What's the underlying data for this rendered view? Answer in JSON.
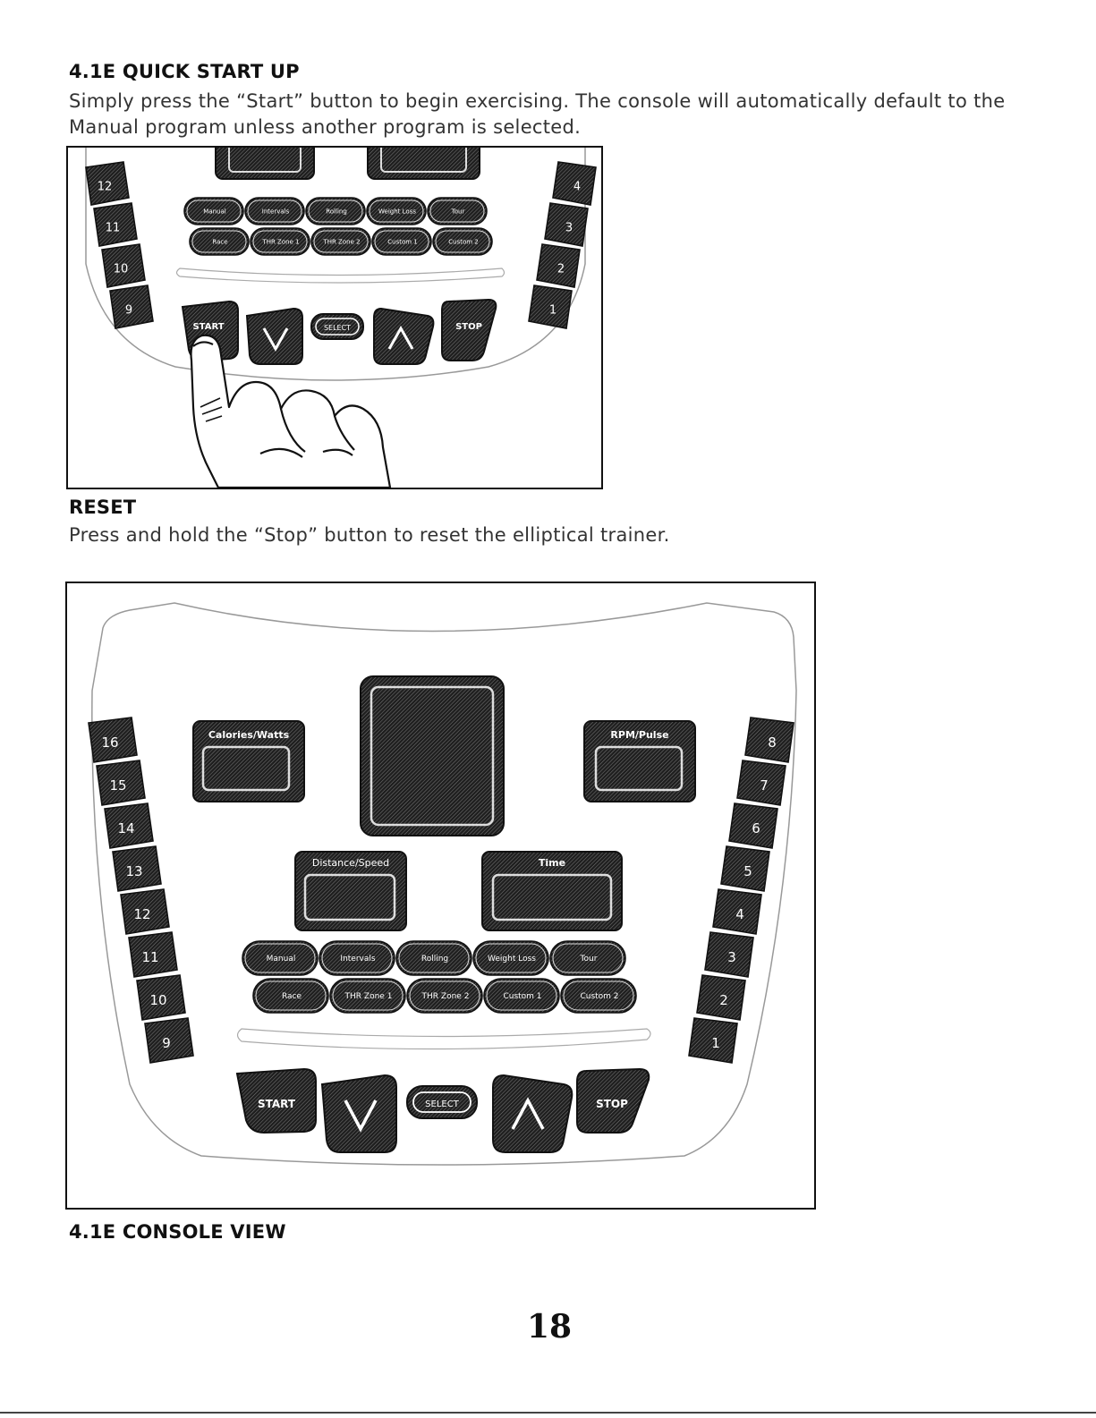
{
  "quick_start": {
    "heading": "4.1E QUICK START UP",
    "body_line1": "Simply press the “Start” button to begin exercising. The console will automatically default to the",
    "body_line2": "Manual program unless another program is selected."
  },
  "reset": {
    "heading": "RESET",
    "body": "Press and hold the “Stop” button to reset the elliptical trainer."
  },
  "console_caption": "4.1E CONSOLE VIEW",
  "page_number": "18",
  "console": {
    "windows": {
      "calories": "Calories/Watts",
      "rpm": "RPM/Pulse",
      "distance": "Distance/Speed",
      "time": "Time"
    },
    "programs_row1": [
      "Manual",
      "Intervals",
      "Rolling",
      "Weight Loss",
      "Tour"
    ],
    "programs_row2": [
      "Race",
      "THR Zone 1",
      "THR Zone 2",
      "Custom 1",
      "Custom 2"
    ],
    "left_levels": [
      "16",
      "15",
      "14",
      "13",
      "12",
      "11",
      "10",
      "9"
    ],
    "right_levels": [
      "8",
      "7",
      "6",
      "5",
      "4",
      "3",
      "2",
      "1"
    ],
    "buttons": {
      "start": "START",
      "select": "SELECT",
      "stop": "STOP"
    }
  },
  "closeup": {
    "left_levels": [
      "12",
      "11",
      "10",
      "9"
    ],
    "right_levels": [
      "4",
      "3",
      "2",
      "1"
    ],
    "programs_row1": [
      "Manual",
      "Intervals",
      "Rolling",
      "Weight Loss",
      "Tour"
    ],
    "programs_row2": [
      "Race",
      "THR Zone 1",
      "THR Zone 2",
      "Custom 1",
      "Custom 2"
    ],
    "buttons": {
      "start": "START",
      "select": "SELECT",
      "stop": "STOP"
    }
  },
  "icons": {
    "down": "chevron-down-icon",
    "up": "chevron-up-icon",
    "finger": "pointing-finger-icon"
  }
}
